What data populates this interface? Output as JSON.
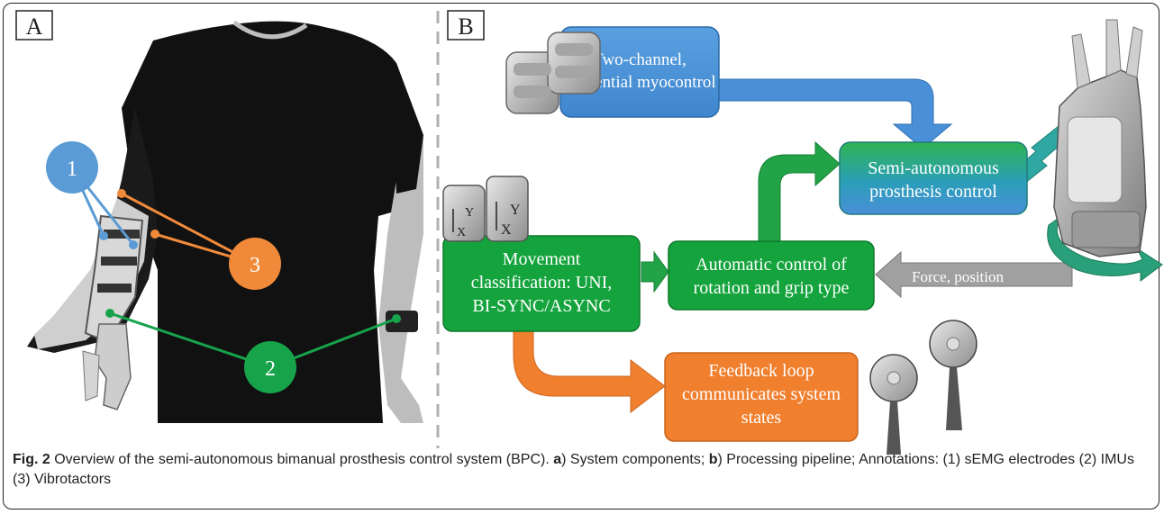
{
  "panels": {
    "a_label": "A",
    "b_label": "B"
  },
  "callouts": {
    "c1": "1",
    "c2": "2",
    "c3": "3"
  },
  "boxes": {
    "myocontrol": [
      "Two-channel,",
      "sequential myocontrol"
    ],
    "semi_autonomous": [
      "Semi-autonomous",
      "prosthesis control"
    ],
    "movement": [
      "Movement",
      "classification: UNI,",
      "BI-SYNC/ASYNC"
    ],
    "automatic": [
      "Automatic control of",
      "rotation and grip type"
    ],
    "feedback": [
      "Feedback loop",
      "communicates system",
      "states"
    ]
  },
  "arrows": {
    "force_position": "Force, position"
  },
  "imu_axes": {
    "y": "Y",
    "x": "X"
  },
  "caption": {
    "fig_label": "Fig. 2",
    "text_1": " Overview of the semi-autonomous bimanual prosthesis control system (BPC). ",
    "a": "a",
    "text_2": ") System components; ",
    "b": "b",
    "text_3": ") Processing pipeline; Annotations: (1) sEMG electrodes (2) IMUs (3) Vibrotactors"
  },
  "colors": {
    "blue": "#4a90d9",
    "green": "#14a33c",
    "orange": "#f07f2e",
    "gray": "#9c9c9c",
    "callout_blue": "#5b9bd5",
    "callout_green": "#16a34a",
    "callout_orange": "#f08a3a"
  }
}
